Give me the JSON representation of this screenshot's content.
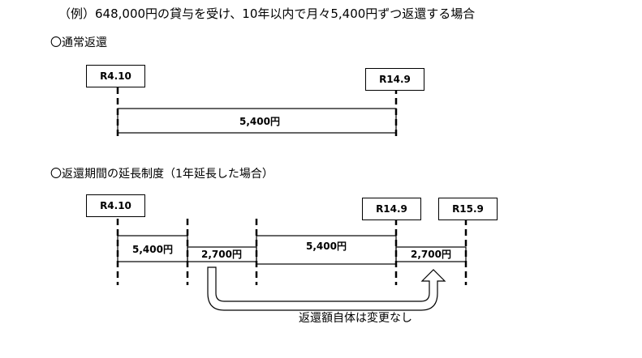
{
  "heading": "（例）648,000円の貸与を受け、10年以内で月々5,400円ずつ返還する場合",
  "normal": {
    "title": "〇通常返還",
    "start_label": "R4.10",
    "end_label": "R14.9",
    "amount": "5,400円"
  },
  "extended": {
    "title": "〇返還期間の延長制度（1年延長した場合）",
    "start_label": "R4.10",
    "mid_label": "R14.9",
    "end_label": "R15.9",
    "segment1": "5,400円",
    "segment2": "2,700円",
    "segment3": "5,400円",
    "segment4": "2,700円",
    "note": "返還額自体は変更なし"
  }
}
